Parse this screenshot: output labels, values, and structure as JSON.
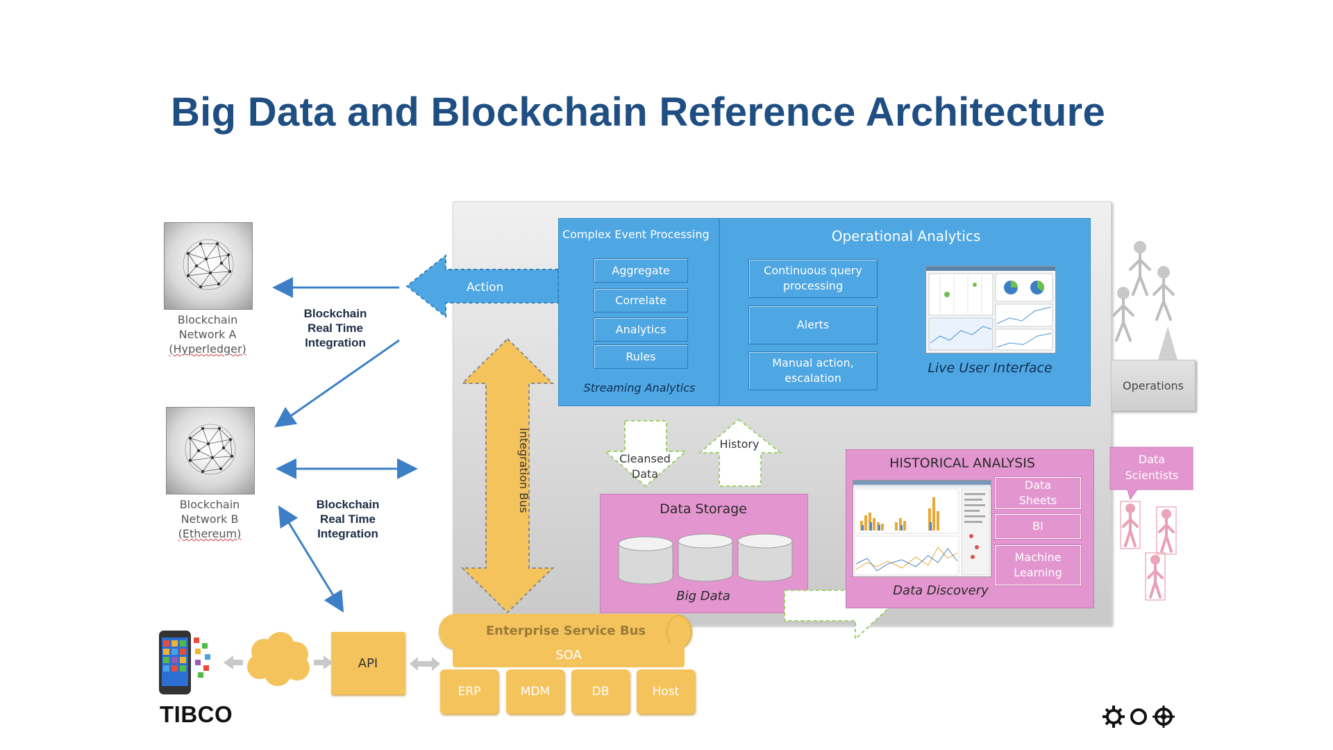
{
  "title": "Big Data and Blockchain Reference Architecture",
  "blockchain_a": {
    "line1": "Blockchain",
    "line2": "Network A",
    "line3": "(Hyperledger)"
  },
  "blockchain_b": {
    "line1": "Blockchain",
    "line2": "Network B",
    "line3": "(Ethereum)"
  },
  "rt_integration_1": {
    "line1": "Blockchain",
    "line2": "Real Time",
    "line3": "Integration"
  },
  "rt_integration_2": {
    "line1": "Blockchain",
    "line2": "Real Time",
    "line3": "Integration"
  },
  "action": "Action",
  "integration_bus": "Integration Bus",
  "cep": {
    "title": "Complex Event Processing",
    "items": [
      "Aggregate",
      "Correlate",
      "Analytics",
      "Rules"
    ],
    "footer": "Streaming Analytics"
  },
  "operational": {
    "title": "Operational Analytics",
    "items": [
      {
        "line1": "Continuous query",
        "line2": "processing"
      },
      {
        "line1": "Alerts",
        "line2": ""
      },
      {
        "line1": "Manual action,",
        "line2": "escalation"
      }
    ],
    "live_ui": "Live User Interface"
  },
  "operations": "Operations",
  "cleansed": {
    "line1": "Cleansed",
    "line2": "Data"
  },
  "history": "History",
  "data_storage": {
    "title": "Data Storage",
    "footer": "Big Data"
  },
  "historical": {
    "title": "HISTORICAL ANALYSIS",
    "items": [
      {
        "line1": "Data",
        "line2": "Sheets"
      },
      {
        "line1": "BI",
        "line2": ""
      },
      {
        "line1": "Machine",
        "line2": "Learning"
      }
    ],
    "footer": "Data Discovery"
  },
  "data_scientists": {
    "line1": "Data",
    "line2": "Scientists"
  },
  "esb": {
    "label": "Enterprise Service Bus",
    "soa": "SOA"
  },
  "systems": [
    "ERP",
    "MDM",
    "DB",
    "Host"
  ],
  "api": "API",
  "brand": "TIBCO",
  "colors": {
    "title": "#1f4e82",
    "blue": "#4ea6e2",
    "pink": "#e395cf",
    "orange": "#f5c35c",
    "arrow": "#3d7fc6"
  }
}
